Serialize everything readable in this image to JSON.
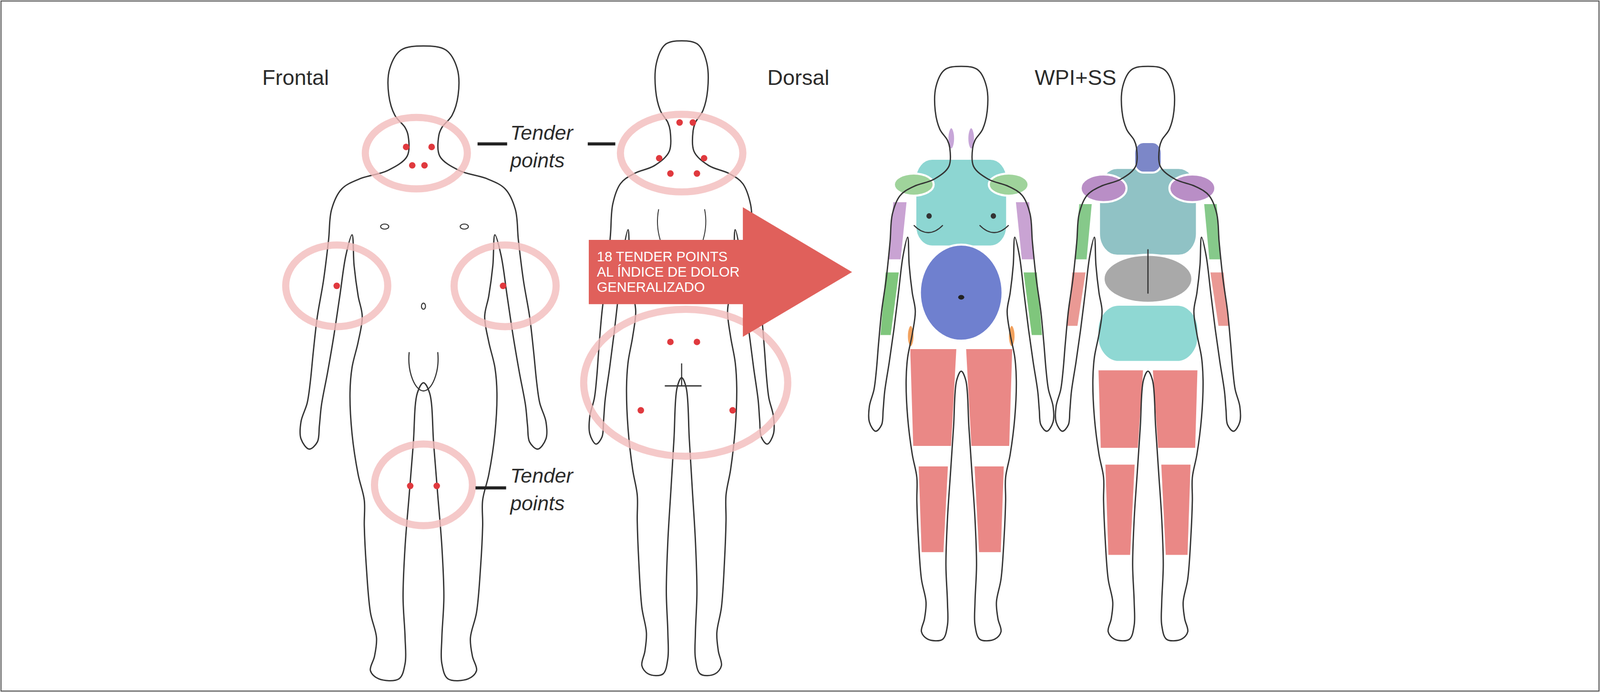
{
  "diagram": {
    "nodes": [
      {
        "text": [
          "18 TENDER POINTS AL ÍNDICE DE DOLOR GENERALIZADO"
        ]
      }
    ],
    "labels": [
      "Frontal",
      "Dorsal",
      "WPI+SS",
      "Tender points",
      "Tender points"
    ]
  }
}
